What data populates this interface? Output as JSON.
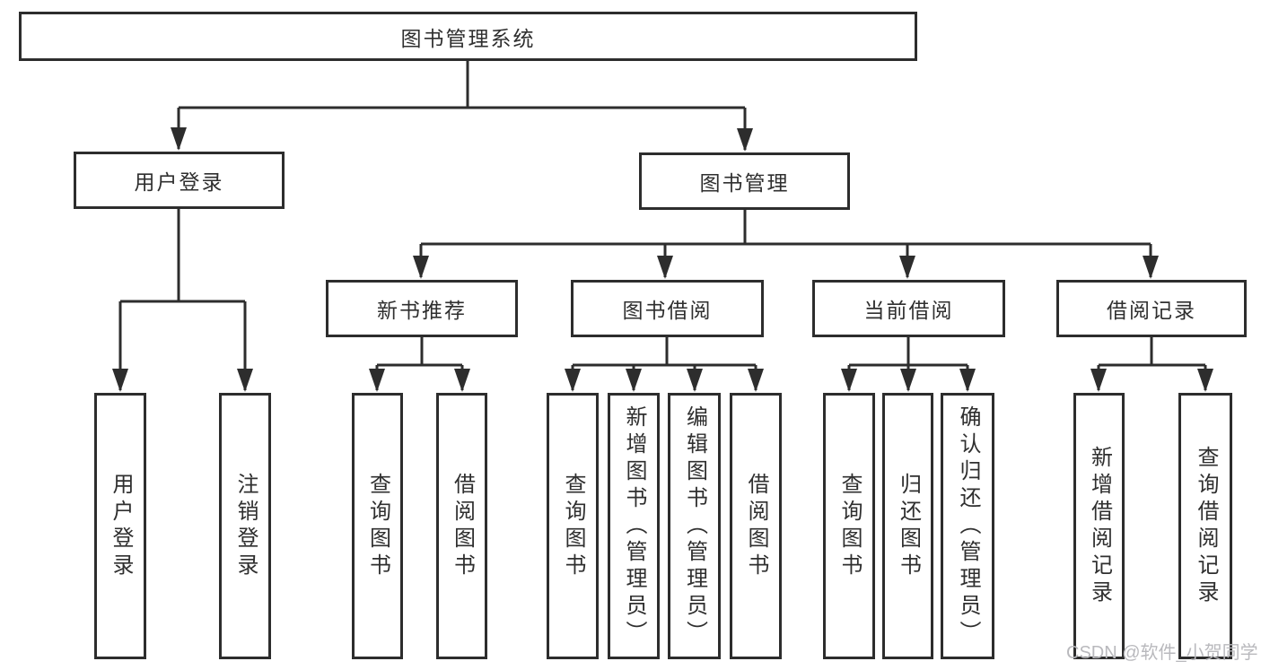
{
  "tree": {
    "label": "图书管理系统",
    "children": [
      {
        "label": "用户登录",
        "children": [
          {
            "label": "用户登录"
          },
          {
            "label": "注销登录"
          }
        ]
      },
      {
        "label": "图书管理",
        "children": [
          {
            "label": "新书推荐",
            "children": [
              {
                "label": "查询图书"
              },
              {
                "label": "借阅图书"
              }
            ]
          },
          {
            "label": "图书借阅",
            "children": [
              {
                "label": "查询图书"
              },
              {
                "label": "新增图书（管理员）"
              },
              {
                "label": "编辑图书（管理员）"
              },
              {
                "label": "借阅图书"
              }
            ]
          },
          {
            "label": "当前借阅",
            "children": [
              {
                "label": "查询图书"
              },
              {
                "label": "归还图书"
              },
              {
                "label": "确认归还（管理员）"
              }
            ]
          },
          {
            "label": "借阅记录",
            "children": [
              {
                "label": "新增借阅记录"
              },
              {
                "label": "查询借阅记录"
              }
            ]
          }
        ]
      }
    ]
  },
  "watermark": {
    "text": "CSDN @软件_小贺同学"
  },
  "colors": {
    "line": "#2d2d2d",
    "box_border": "#2d2d2d",
    "text": "#2f2f2f",
    "background": "#ffffff",
    "watermark": "#b9b9bd"
  }
}
